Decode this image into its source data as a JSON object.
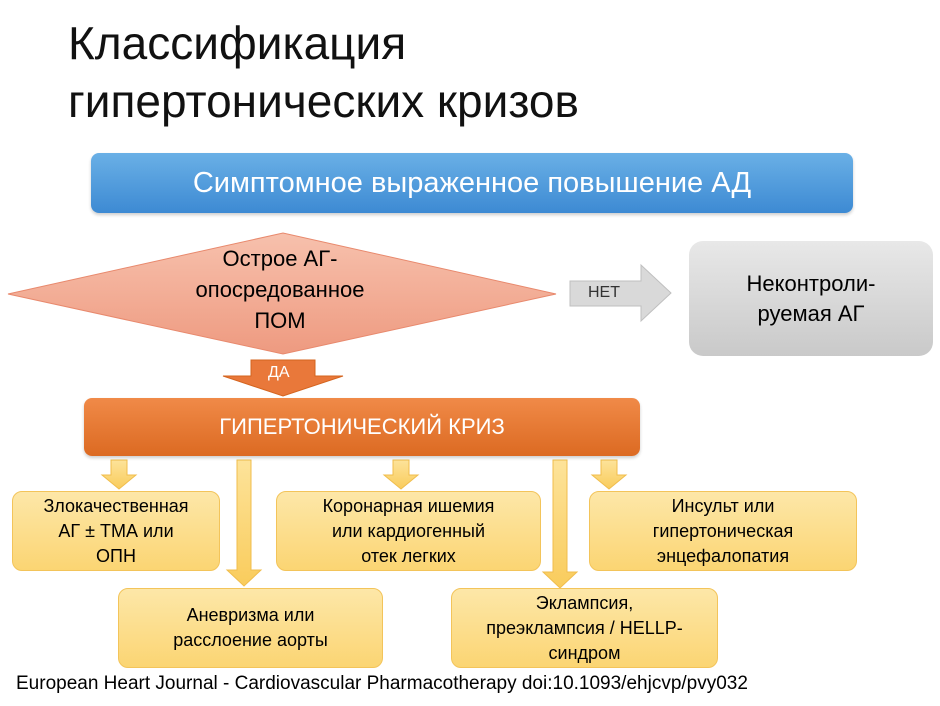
{
  "title": {
    "line1": "Классификация",
    "line2": "гипертонических кризов"
  },
  "top_box": "Симптомное выраженное повышение АД",
  "diamond": {
    "line1": "Острое АГ-",
    "line2": "опосредованное",
    "line3": "ПОМ"
  },
  "arrows": {
    "no": "НЕТ",
    "yes": "ДА"
  },
  "uncontrolled": {
    "line1": "Неконтроли-",
    "line2": "руемая АГ"
  },
  "crisis": "ГИПЕРТОНИЧЕСКИЙ КРИЗ",
  "outcomes": {
    "malignant": {
      "line1": "Злокачественная",
      "line2": "АГ ± ТМА или",
      "line3": "ОПН"
    },
    "coronary": {
      "line1": "Коронарная ишемия",
      "line2": "или кардиогенный",
      "line3": "отек легких"
    },
    "stroke": {
      "line1": "Инсульт или",
      "line2": "гипертоническая",
      "line3": "энцефалопатия"
    },
    "aneurysm": {
      "line1": "Аневризма или",
      "line2": "расслоение аорты"
    },
    "eclampsia": {
      "line1": "Эклампсия,",
      "line2": "преэклампсия / HELLP-",
      "line3": "синдром"
    }
  },
  "source": "European Heart Journal - Cardiovascular Pharmacotherapy doi:10.1093/ehjcvp/pvy032",
  "colors": {
    "blue": "#3d8ad3",
    "orange": "#dc6a22",
    "salmon": "#f2a58e",
    "grey": "#c9c9c9",
    "yellow": "#fbd573"
  }
}
